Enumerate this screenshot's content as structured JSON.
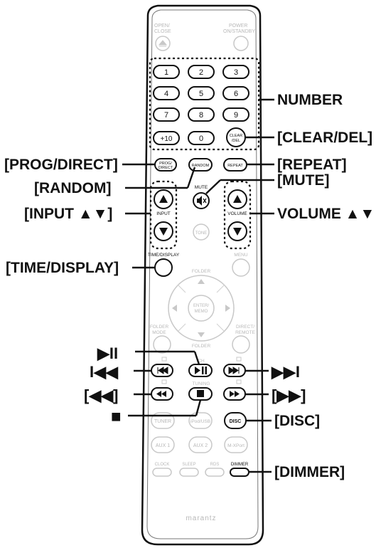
{
  "remote": {
    "top_left_label": [
      "OPEN/",
      "CLOSE"
    ],
    "top_right_label": [
      "POWER",
      "ON/STANDBY"
    ],
    "number_keys": [
      "1",
      "2",
      "3",
      "4",
      "5",
      "6",
      "7",
      "8",
      "9",
      "+10",
      "0"
    ],
    "clear_del_key": [
      "CLEAR",
      "/DEL"
    ],
    "prog_direct_key": [
      "PROG/",
      "DIRECT"
    ],
    "random_key": "RANDOM",
    "repeat_key": "REPEAT",
    "mute_label": "MUTE",
    "input_label": "INPUT",
    "volume_label": "VOLUME",
    "tone_key": "TONE",
    "time_display_label": "TIME/DISPLAY",
    "menu_label": "MENU",
    "folder_top": "FOLDER",
    "folder_bottom": "FOLDER",
    "enter_memo": [
      "ENTER/",
      "MEMO"
    ],
    "folder_mode": [
      "FOLDER",
      "MODE"
    ],
    "direct_remote": [
      "DIRECT/",
      "REMOTE"
    ],
    "ch_label": "CH",
    "tuning_label": "TUNING",
    "source_keys": [
      "TUNER",
      "iPod/USB",
      "DISC"
    ],
    "aux_keys": [
      "AUX 1",
      "AUX 2",
      "M-XPort"
    ],
    "bottom_keys": [
      "CLOCK",
      "SLEEP",
      "RDS",
      "DIMMER"
    ],
    "brand": "marantz"
  },
  "callouts": {
    "number": "NUMBER",
    "clear_del": "[CLEAR/DEL]",
    "prog_direct": "[PROG/DIRECT]",
    "repeat": "[REPEAT]",
    "random": "[RANDOM]",
    "mute": "[MUTE]",
    "input": "[INPUT ▲▼]",
    "volume": "VOLUME ▲▼",
    "time_display": "[TIME/DISPLAY]",
    "play_pause": "▶II",
    "skip_back": "I◀◀",
    "skip_forward": "▶▶I",
    "rewind": "[◀◀]",
    "fast_forward": "[▶▶]",
    "stop": "■",
    "disc": "[DISC]",
    "dimmer": "[DIMMER]"
  }
}
